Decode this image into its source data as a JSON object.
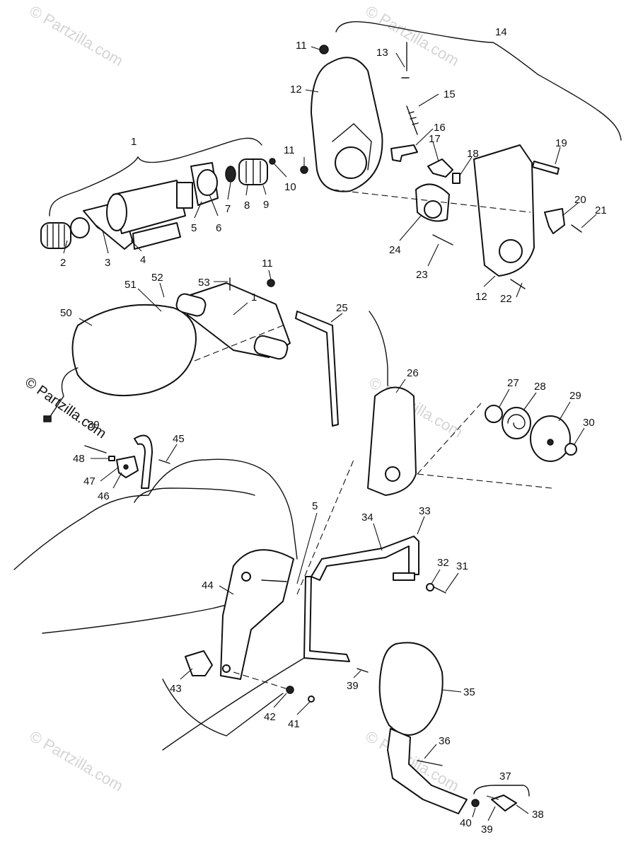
{
  "watermark": {
    "text": "© Partzilla.com",
    "color": "#d4d4d4"
  },
  "callouts": {
    "c1a": "1",
    "c1b": "1",
    "c2": "2",
    "c3": "3",
    "c4": "4",
    "c5a": "5",
    "c5b": "5",
    "c6": "6",
    "c7": "7",
    "c8": "8",
    "c9": "9",
    "c10": "10",
    "c11a": "11",
    "c11b": "11",
    "c11c": "11",
    "c12a": "12",
    "c12b": "12",
    "c13": "13",
    "c14": "14",
    "c15": "15",
    "c16": "16",
    "c17": "17",
    "c18": "18",
    "c19": "19",
    "c20": "20",
    "c21": "21",
    "c22": "22",
    "c23": "23",
    "c24": "24",
    "c25": "25",
    "c26": "26",
    "c27": "27",
    "c28": "28",
    "c29": "29",
    "c30": "30",
    "c31": "31",
    "c32": "32",
    "c33": "33",
    "c34": "34",
    "c35": "35",
    "c36": "36",
    "c37": "37",
    "c38": "38",
    "c39a": "39",
    "c39b": "39",
    "c39c": "39",
    "c40": "40",
    "c41": "41",
    "c42": "42",
    "c43": "43",
    "c44": "44",
    "c45": "45",
    "c46": "46",
    "c47": "47",
    "c48": "48",
    "c50": "50",
    "c51": "51",
    "c52": "52",
    "c53": "53"
  }
}
